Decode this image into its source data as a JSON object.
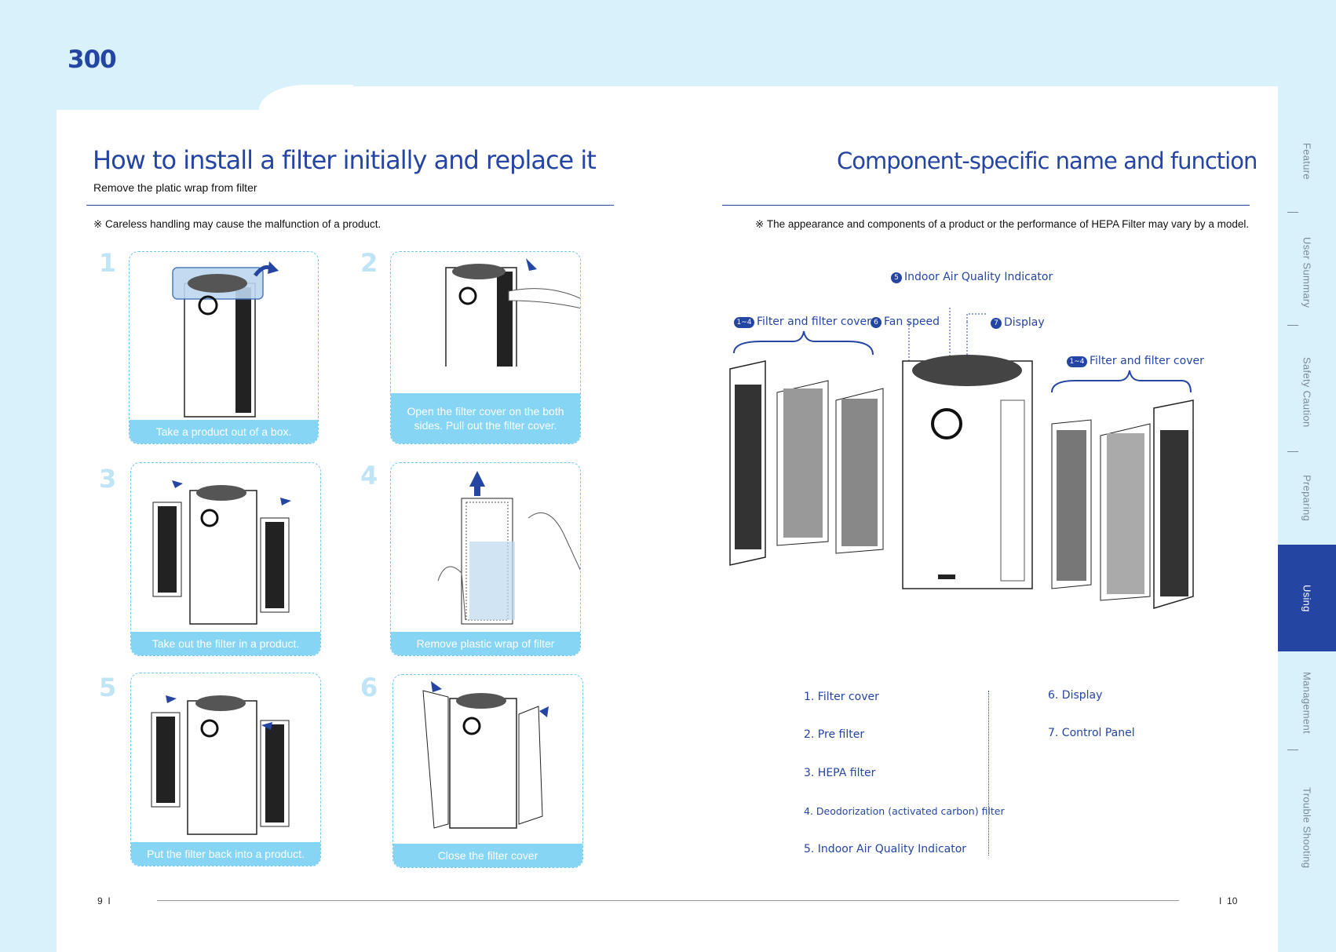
{
  "header": {
    "model": "300"
  },
  "left": {
    "title": "How to install a filter initially and replace it",
    "subtitle": "Remove the platic wrap from filter",
    "note": "※ Careless handling may cause the malfunction of a product.",
    "steps": [
      {
        "num": "1",
        "caption": "Take a product out of a box."
      },
      {
        "num": "2",
        "caption": "Open the filter cover  on the both sides.   Pull out the filter cover."
      },
      {
        "num": "3",
        "caption": "Take out the filter in a product."
      },
      {
        "num": "4",
        "caption": "Remove plastic wrap of filter"
      },
      {
        "num": "5",
        "caption": "Put the filter back into a product."
      },
      {
        "num": "6",
        "caption": "Close the filter cover"
      }
    ]
  },
  "right": {
    "title": "Component-specific name and function",
    "note": "※ The appearance and components of a product or the performance of  HEPA Filter may vary by a model.",
    "callouts": {
      "indoor_air": {
        "badge": "5",
        "text": "Indoor Air Quality Indicator"
      },
      "filter_left": {
        "badge": "1~4",
        "text": "Filter and filter cover"
      },
      "fan_speed": {
        "badge": "6",
        "text": "Fan speed"
      },
      "display": {
        "badge": "7",
        "text": "Display"
      },
      "filter_right": {
        "badge": "1~4",
        "text": "Filter and filter cover"
      }
    },
    "parts_left": [
      "1. Filter cover",
      "2. Pre filter",
      "3. HEPA filter",
      "4. Deodorization (activated carbon) filter",
      "5. Indoor Air Quality Indicator"
    ],
    "parts_right": [
      "6. Display",
      "7. Control Panel"
    ]
  },
  "footer": {
    "page_left": "9",
    "page_right": "10"
  },
  "sidebar": {
    "items": [
      "Feature",
      "User Summary",
      "Safety Caution",
      "Preparing",
      "Using",
      "Management",
      "Trouble Shooting"
    ],
    "active": "Using"
  },
  "colors": {
    "accent": "#2545a3",
    "caption_bg": "#86d5f5",
    "page_bg": "#d9f1fb"
  }
}
